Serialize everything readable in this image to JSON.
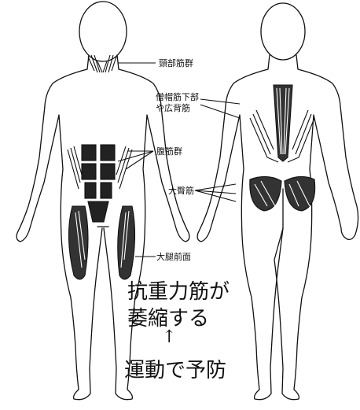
{
  "labels": {
    "neck": "頸部筋群",
    "trapezius_line1": "僧帽筋下部",
    "trapezius_line2": "や広背筋",
    "abdominal": "腹筋群",
    "gluteus": "大臀筋",
    "thigh_front": "大腿前面"
  },
  "caption": {
    "line1": "抗重力筋が",
    "line2": "萎縮する",
    "arrow": "↑",
    "line3": "運動で予防"
  }
}
